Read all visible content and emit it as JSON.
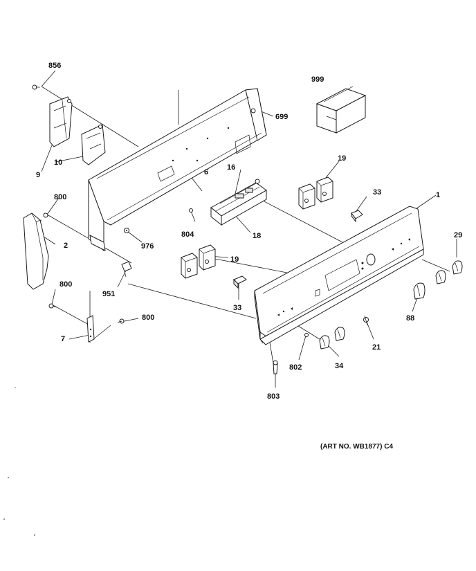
{
  "callouts": {
    "c856": "856",
    "c999": "999",
    "c699": "699",
    "c9": "9",
    "c10": "10",
    "c16": "16",
    "c19a": "19",
    "c6": "6",
    "c33a": "33",
    "c1": "1",
    "c800a": "800",
    "c2": "2",
    "c804": "804",
    "c18": "18",
    "c976": "976",
    "c29": "29",
    "c19b": "19",
    "c800b": "800",
    "c951": "951",
    "c33b": "33",
    "c88": "88",
    "c800c": "800",
    "c7": "7",
    "c21": "21",
    "c802": "802",
    "c34": "34",
    "c803": "803"
  },
  "caption": "(ART NO. WB1877) C4"
}
